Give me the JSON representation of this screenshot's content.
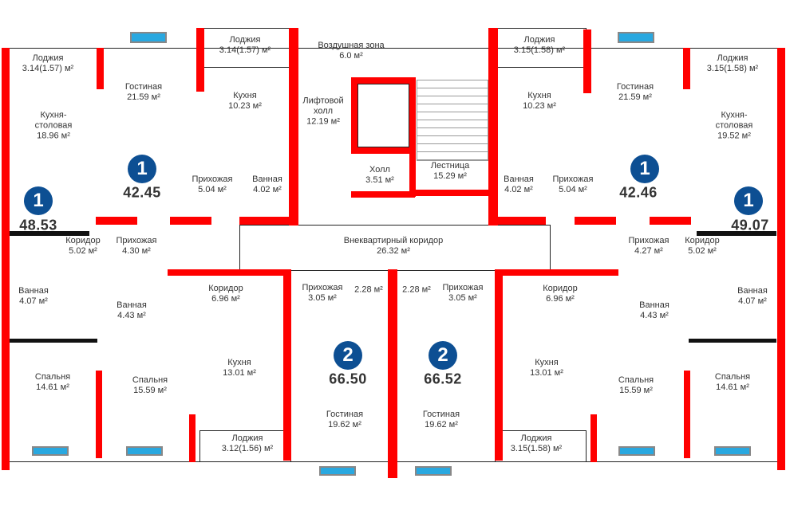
{
  "apartments": [
    {
      "type": "1",
      "area": "48.53"
    },
    {
      "type": "1",
      "area": "42.45"
    },
    {
      "type": "1",
      "area": "42.46"
    },
    {
      "type": "1",
      "area": "49.07"
    },
    {
      "type": "2",
      "area": "66.50"
    },
    {
      "type": "2",
      "area": "66.52"
    }
  ],
  "rooms": [
    {
      "name": "Лоджия",
      "area": "3.14(1.57) м²"
    },
    {
      "name": "Кухня-столовая",
      "area": "18.96 м²"
    },
    {
      "name": "Гостиная",
      "area": "21.59 м²"
    },
    {
      "name": "Лоджия",
      "area": "3.14(1.57) м²"
    },
    {
      "name": "Кухня",
      "area": "10.23 м²"
    },
    {
      "name": "Воздушная зона",
      "area": "6.0 м²"
    },
    {
      "name": "Лифтовой холл",
      "area": "12.19 м²"
    },
    {
      "name": "Прихожая",
      "area": "5.04 м²"
    },
    {
      "name": "Ванная",
      "area": "4.02 м²"
    },
    {
      "name": "Холл",
      "area": "3.51 м²"
    },
    {
      "name": "Лестница",
      "area": "15.29 м²"
    },
    {
      "name": "Лоджия",
      "area": "3.15(1.58) м²"
    },
    {
      "name": "Кухня",
      "area": "10.23 м²"
    },
    {
      "name": "Гостиная",
      "area": "21.59 м²"
    },
    {
      "name": "Лоджия",
      "area": "3.15(1.58) м²"
    },
    {
      "name": "Кухня-столовая",
      "area": "19.52 м²"
    },
    {
      "name": "Ванная",
      "area": "4.02 м²"
    },
    {
      "name": "Прихожая",
      "area": "5.04 м²"
    },
    {
      "name": "Коридор",
      "area": "5.02 м²"
    },
    {
      "name": "Прихожая",
      "area": "4.30 м²"
    },
    {
      "name": "Внеквартирный коридор",
      "area": "26.32 м²"
    },
    {
      "name": "Прихожая",
      "area": "4.27 м²"
    },
    {
      "name": "Коридор",
      "area": "5.02 м²"
    },
    {
      "name": "Ванная",
      "area": "4.07 м²"
    },
    {
      "name": "Ванная",
      "area": "4.43 м²"
    },
    {
      "name": "Коридор",
      "area": "6.96 м²"
    },
    {
      "name": "Прихожая",
      "area": "3.05 м²"
    },
    {
      "name": "",
      "area": "2.28 м²"
    },
    {
      "name": "",
      "area": "2.28 м²"
    },
    {
      "name": "Прихожая",
      "area": "3.05 м²"
    },
    {
      "name": "Коридор",
      "area": "6.96 м²"
    },
    {
      "name": "Ванная",
      "area": "4.43 м²"
    },
    {
      "name": "Ванная",
      "area": "4.07 м²"
    },
    {
      "name": "Кухня",
      "area": "13.01 м²"
    },
    {
      "name": "Кухня",
      "area": "13.01 м²"
    },
    {
      "name": "Спальня",
      "area": "14.61 м²"
    },
    {
      "name": "Спальня",
      "area": "15.59 м²"
    },
    {
      "name": "Гостиная",
      "area": "19.62 м²"
    },
    {
      "name": "Гостиная",
      "area": "19.62 м²"
    },
    {
      "name": "Спальня",
      "area": "15.59 м²"
    },
    {
      "name": "Спальня",
      "area": "14.61 м²"
    },
    {
      "name": "Лоджия",
      "area": "3.12(1.56) м²"
    },
    {
      "name": "Лоджия",
      "area": "3.15(1.58) м²"
    }
  ],
  "colors": {
    "wall": "#ff0000",
    "badge": "#0d4f93",
    "window": "#29a8e0"
  }
}
